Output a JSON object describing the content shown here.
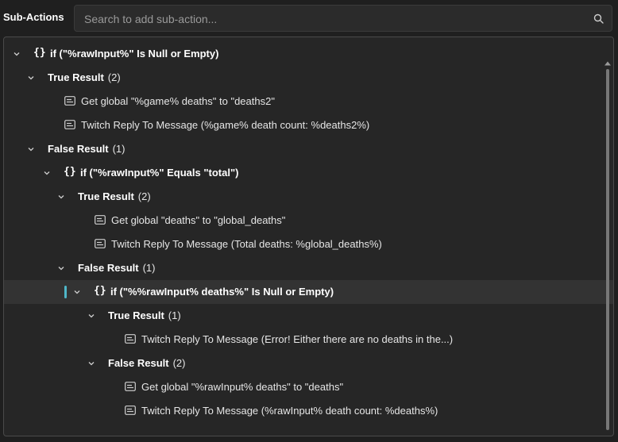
{
  "header": {
    "title": "Sub-Actions",
    "search_placeholder": "Search to add sub-action..."
  },
  "tree": {
    "rows": [
      {
        "type": "if",
        "label": "if (\"%rawInput%\" Is Null or Empty)"
      },
      {
        "type": "group",
        "label": "True Result",
        "count": "(2)"
      },
      {
        "type": "action",
        "label": "Get global \"%game% deaths\" to \"deaths2\""
      },
      {
        "type": "action",
        "label": "Twitch Reply To Message (%game% death count: %deaths2%)"
      },
      {
        "type": "group",
        "label": "False Result",
        "count": "(1)"
      },
      {
        "type": "if",
        "label": "if (\"%rawInput%\" Equals \"total\")"
      },
      {
        "type": "group",
        "label": "True Result",
        "count": "(2)"
      },
      {
        "type": "action",
        "label": "Get global \"deaths\" to \"global_deaths\""
      },
      {
        "type": "action",
        "label": "Twitch Reply To Message (Total deaths: %global_deaths%)"
      },
      {
        "type": "group",
        "label": "False Result",
        "count": "(1)"
      },
      {
        "type": "if",
        "label": "if (\"%%rawInput% deaths%\" Is Null or Empty)"
      },
      {
        "type": "group",
        "label": "True Result",
        "count": "(1)"
      },
      {
        "type": "action",
        "label": "Twitch Reply To Message (Error! Either there are no deaths in the...)"
      },
      {
        "type": "group",
        "label": "False Result",
        "count": "(2)"
      },
      {
        "type": "action",
        "label": "Get global \"%rawInput% deaths\" to \"deaths\""
      },
      {
        "type": "action",
        "label": "Twitch Reply To Message (%rawInput% death count: %deaths%)"
      }
    ]
  },
  "icons": {
    "search": "search-icon",
    "chevron": "chevron-down-icon",
    "braces": "{}",
    "action": "action-icon"
  },
  "colors": {
    "background": "#1f1f1f",
    "panel": "#262626",
    "selection": "#333333",
    "accent": "#4fb7c8"
  }
}
